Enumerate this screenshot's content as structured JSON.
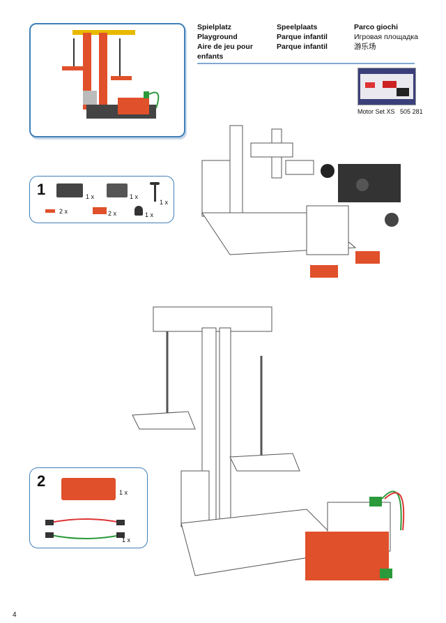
{
  "title": {
    "col1": [
      "Spielplatz",
      "Playground",
      "Aire de jeu pour",
      "enfants"
    ],
    "col2": [
      "Speelplaats",
      "Parque infantil",
      "Parque infantil"
    ],
    "col3": [
      "Parco giochi",
      "Игровая площадка",
      "游乐场"
    ]
  },
  "product": {
    "name": "Motor Set XS",
    "number": "505 281"
  },
  "step1": {
    "number": "1",
    "parts": [
      {
        "name": "motor",
        "qty": "1 x"
      },
      {
        "name": "gearbox",
        "qty": "1 x"
      },
      {
        "name": "axle",
        "qty": "1 x"
      },
      {
        "name": "red-clip",
        "qty": "2 x"
      },
      {
        "name": "red-block",
        "qty": "2 x"
      },
      {
        "name": "hub-nut",
        "qty": "1 x"
      }
    ]
  },
  "step2": {
    "number": "2",
    "parts": [
      {
        "name": "battery-box",
        "qty": "1 x"
      },
      {
        "name": "cable",
        "qty": "1 x"
      }
    ]
  },
  "page_number": "4",
  "colors": {
    "accent": "#3f7fb8",
    "part_red": "#e0502a",
    "part_dark": "#3a3a3a"
  }
}
